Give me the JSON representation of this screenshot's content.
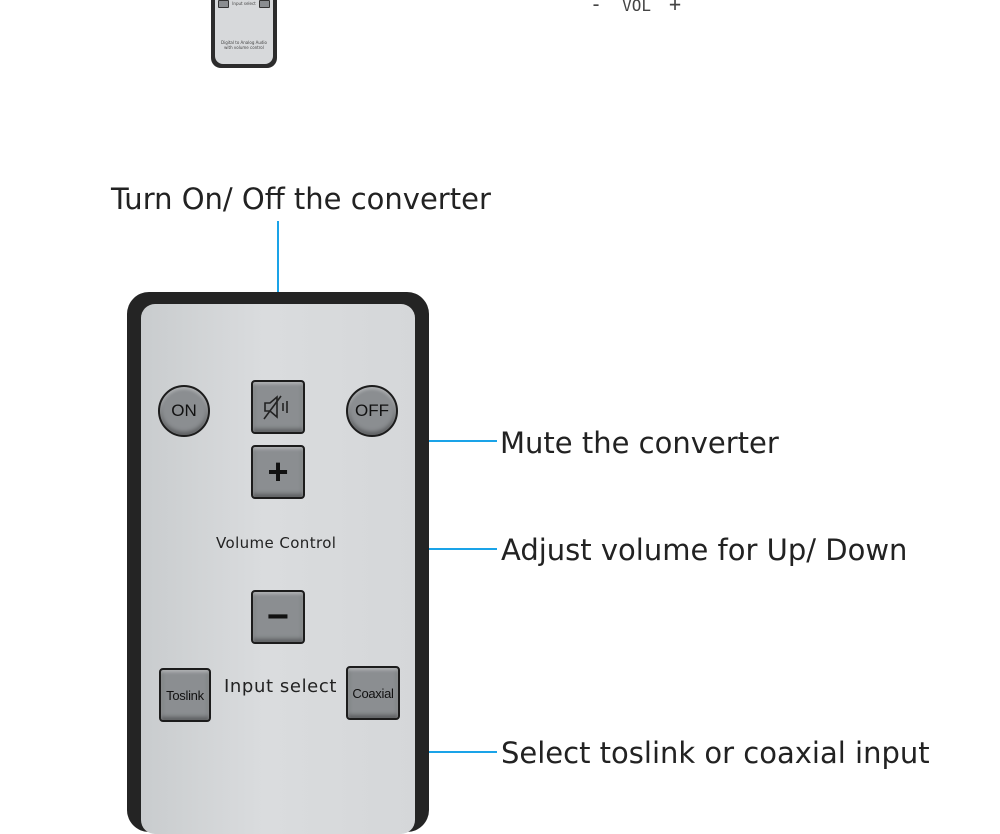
{
  "top_strip": {
    "mini_remote": {
      "input_select": "Input select",
      "caption_line1": "Digital to Analog Audio",
      "caption_line2": "with volume control"
    },
    "vol_minus": "-",
    "vol_text": "VOL",
    "vol_plus": "+"
  },
  "remote": {
    "on_label": "ON",
    "off_label": "OFF",
    "mute_icon": "speaker-mute-icon",
    "plus_symbol": "+",
    "minus_symbol": "−",
    "volume_control_label": "Volume Control",
    "input_select_label": "Input select",
    "toslink_label": "Toslink",
    "coaxial_label": "Coaxial"
  },
  "callouts": {
    "power": "Turn On/ Off the converter",
    "mute": "Mute the converter",
    "volume": "Adjust volume for Up/ Down",
    "input": "Select toslink or coaxial input"
  },
  "colors": {
    "callout_line": "#1aa3e8",
    "remote_body": "#242424",
    "remote_face": "#d3d6d8",
    "button": "#8b8e91"
  }
}
